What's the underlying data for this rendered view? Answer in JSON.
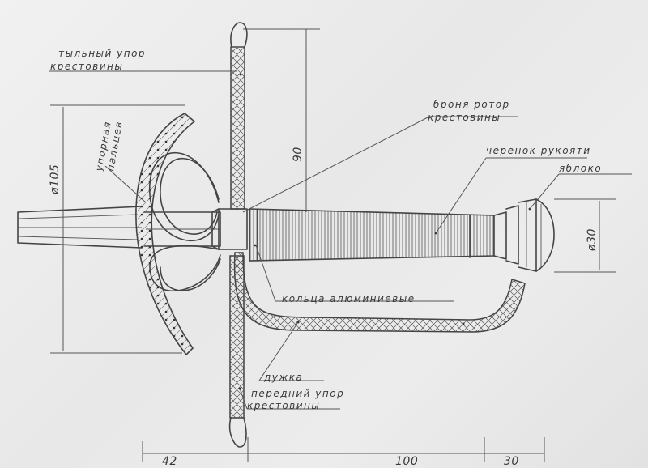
{
  "labels": {
    "rear_stop_line1": "тыльный упор",
    "rear_stop_line2": "крестовины",
    "finger_stop_line1": "упорная",
    "finger_stop_line2": "пальцев",
    "cross_sleeve_line1": "броня ротор",
    "cross_sleeve_line2": "крестовины",
    "handle_shank": "черенок рукояти",
    "pommel": "яблоко",
    "aluminum_ring": "кольца алюминиевые",
    "knuckle_bow": "дужка",
    "front_stop_line1": "передний упор",
    "front_stop_line2": "крестовины"
  },
  "dimensions": {
    "guard_diameter": "ø105",
    "cross_height": "90",
    "pommel_diameter": "ø30",
    "bottom_left": "42",
    "bottom_mid": "100",
    "bottom_right": "30"
  }
}
